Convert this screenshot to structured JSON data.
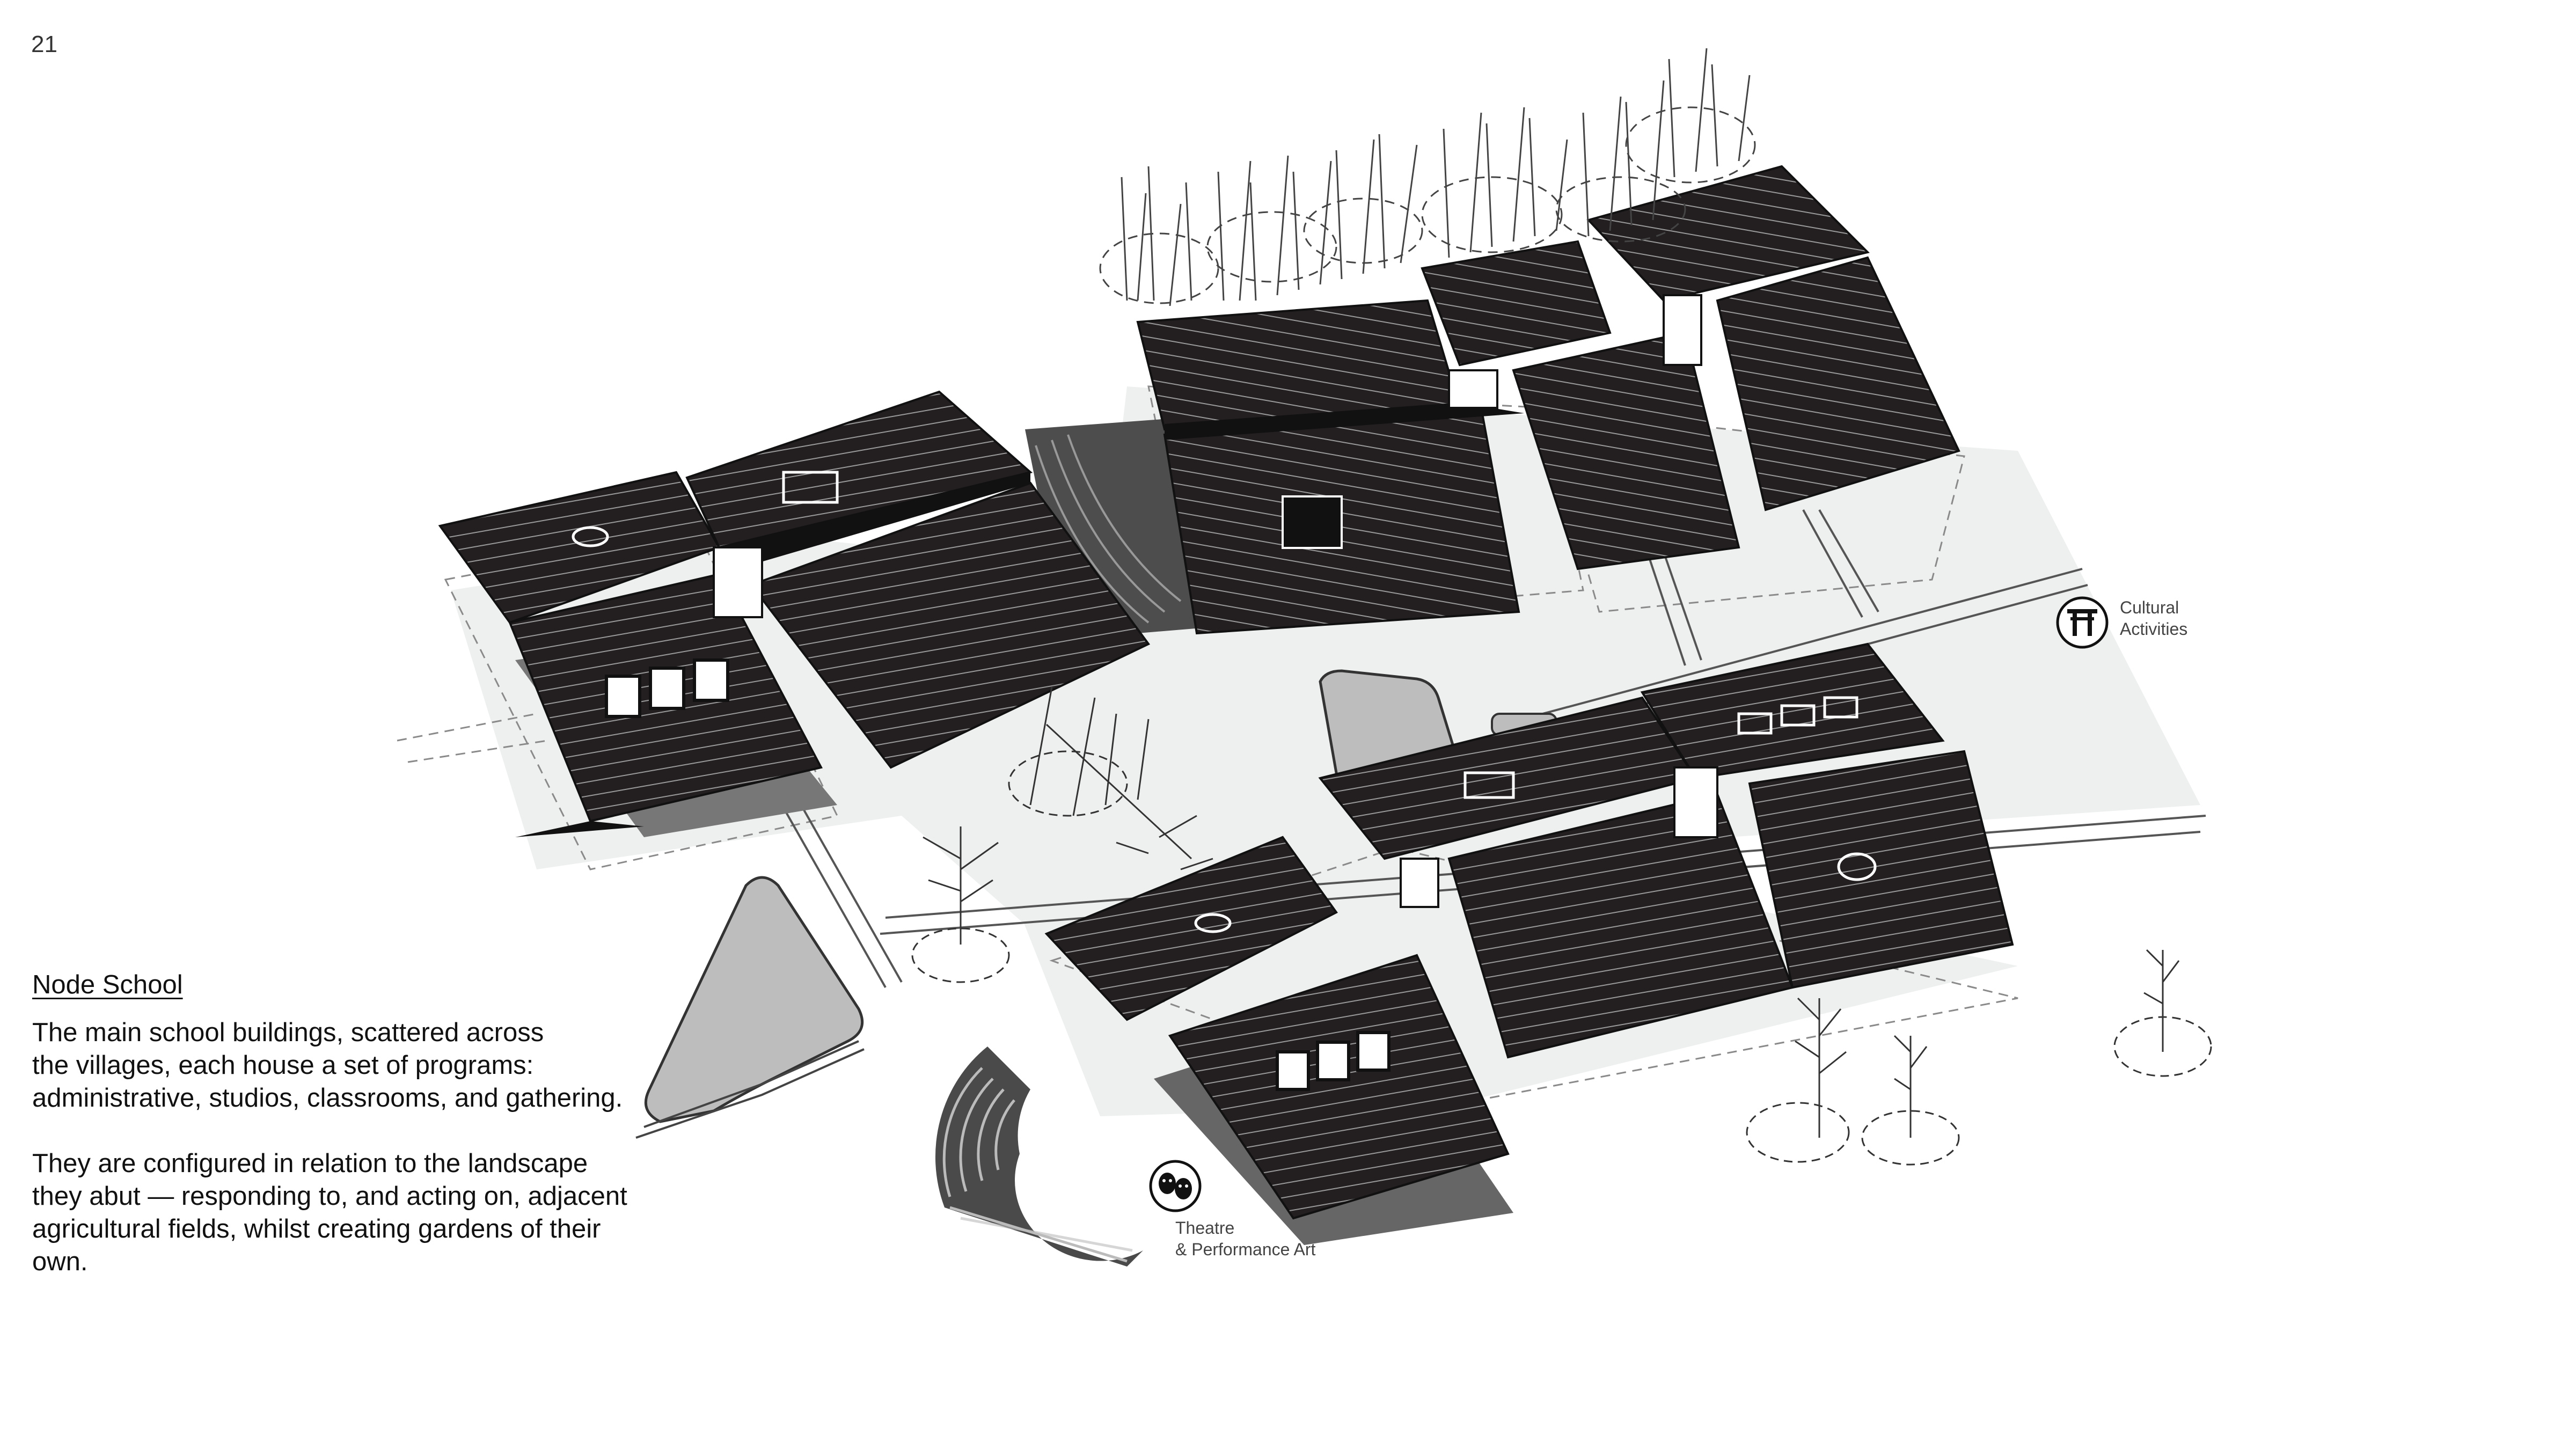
{
  "page": {
    "number": "21"
  },
  "text": {
    "heading": "Node School",
    "paragraph_1": "The main school buildings, scattered across\nthe villages, each house a set of programs:\nadministrative, studios, classrooms, and gathering.",
    "paragraph_2": "They are configured in relation to the landscape\nthey abut — responding to, and acting on, adjacent\nagricultural fields, whilst creating gardens of their\nown."
  },
  "labels": {
    "cultural": "Cultural\nActivities",
    "theatre": "Theatre\n& Performance Art"
  },
  "icons": {
    "cultural": "torii-gate-icon",
    "theatre": "theatre-masks-icon"
  },
  "colors": {
    "roof": "#231f20",
    "roof_lines": "#9a9a9a",
    "ground": "#eef0ef",
    "pond": "#bdbdbd",
    "steps": "#4a4a4a"
  }
}
